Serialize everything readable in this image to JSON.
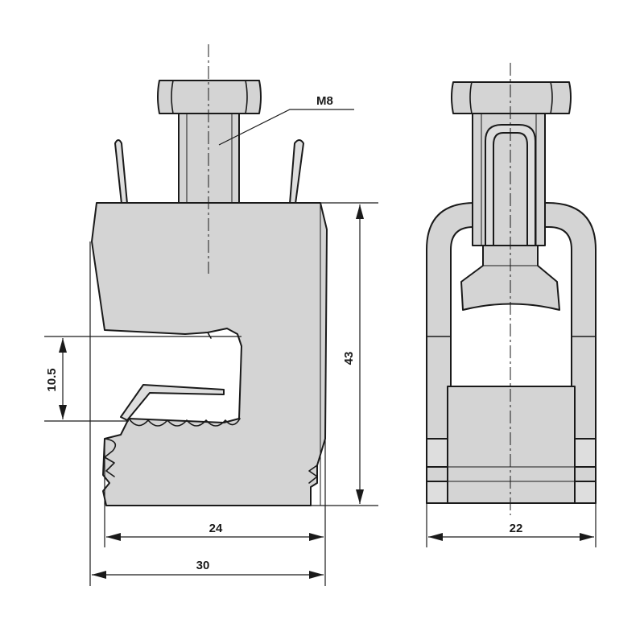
{
  "labels": {
    "thread": "M8",
    "slot_height": "10.5",
    "body_height": "43",
    "inner_width": "24",
    "outer_width": "30",
    "side_width": "22"
  },
  "colors": {
    "fill": "#d4d4d4",
    "stroke": "#1a1a1a",
    "background": "#ffffff"
  }
}
